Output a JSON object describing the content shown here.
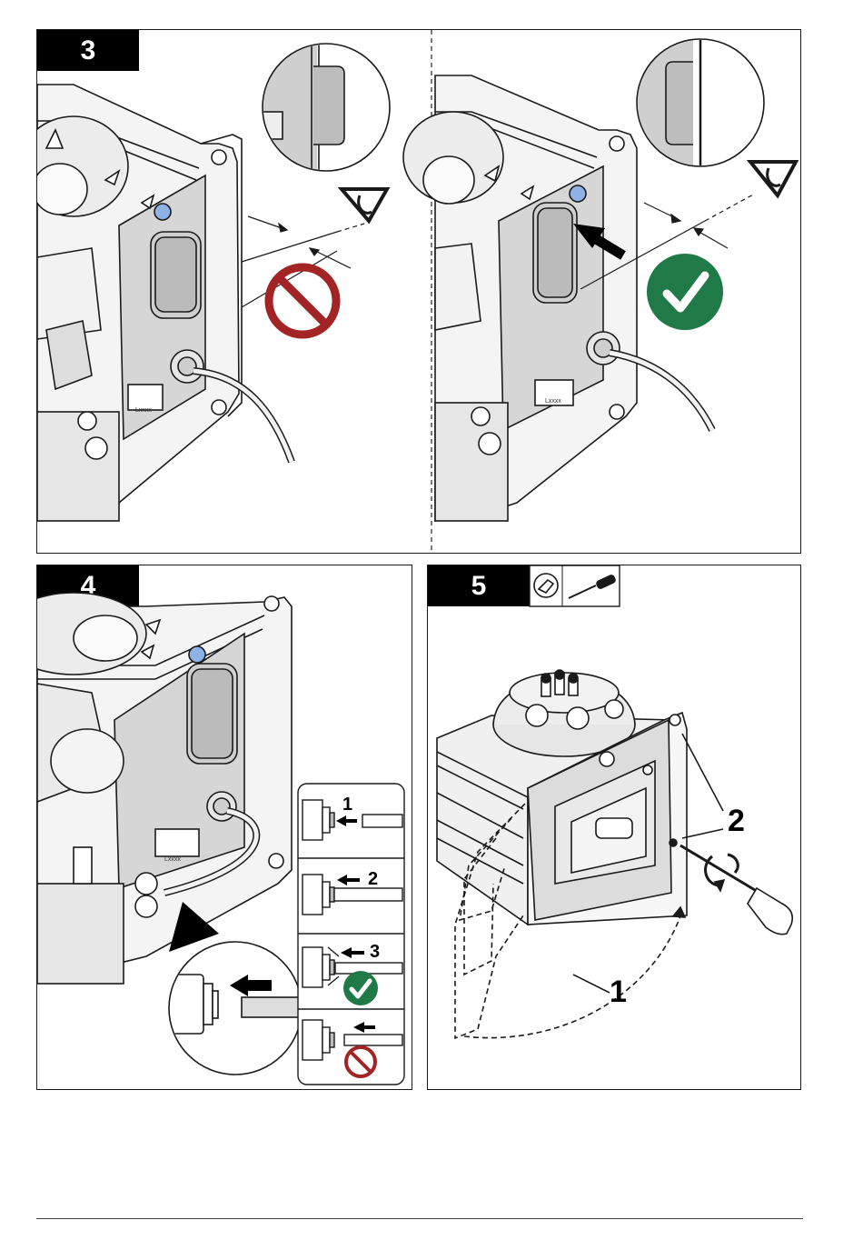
{
  "steps": {
    "s3": {
      "number": "3"
    },
    "s4": {
      "number": "4"
    },
    "s5": {
      "number": "5"
    }
  },
  "device": {
    "label_text": "Lxxxx"
  },
  "step4_callouts": {
    "c1": "1",
    "c2": "2",
    "c3": "3"
  },
  "step5_callouts": {
    "c1": "1",
    "c2": "2"
  },
  "icons": {
    "prohibited": "prohibited-icon",
    "check": "check-mark-icon",
    "eye": "eye-icon",
    "screwdriver": "screwdriver-icon",
    "hand_tool": "hand-icon"
  },
  "colors": {
    "prohibited_red": "#a32424",
    "check_green": "#1f7a48",
    "led_blue": "#8fb2e6",
    "panel_gray": "#d9d9d9",
    "line": "#1a1a1a"
  }
}
